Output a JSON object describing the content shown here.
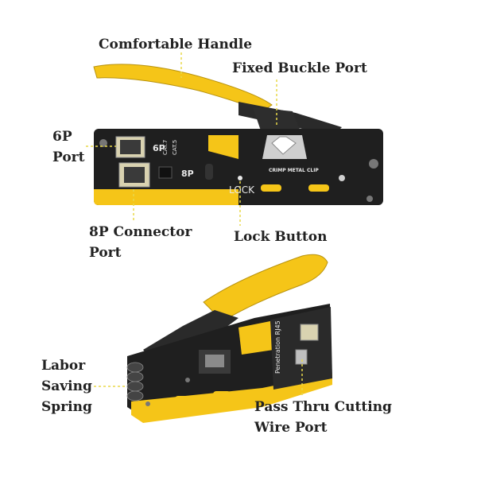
{
  "labels": {
    "comfortable_handle": "Comfortable Handle",
    "fixed_buckle_port": "Fixed Buckle Port",
    "port_6p_line1": "6P",
    "port_6p_line2": "Port",
    "connector_8p_line1": "8P Connector",
    "connector_8p_line2": "Port",
    "lock_button": "Lock Button",
    "labor_line1": "Labor",
    "labor_line2": "Saving",
    "labor_line3": "Spring",
    "pass_thru_line1": "Pass Thru Cutting",
    "pass_thru_line2": "Wire Port"
  },
  "tool_markings": {
    "six_p": "6P",
    "eight_p": "8P",
    "cat7": "CAT.7",
    "cat5": "CAT.5",
    "lock": "LOCK",
    "crimp_metal_clip": "CRIMP METAL CLIP",
    "pass_thru_rj45": "Penetration RJ45"
  },
  "colors": {
    "yellow": "#f5c518",
    "black": "#1f1f1f",
    "leader": "#e8d84a"
  }
}
